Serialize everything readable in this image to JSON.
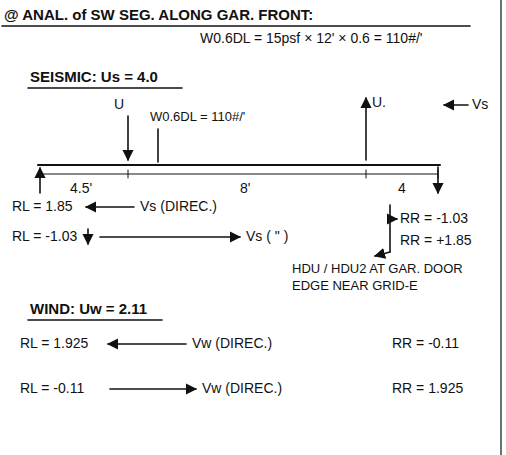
{
  "diagram": {
    "labels": [
      "@ ANAL. of SW SEG. ALONG GAR. FRONT:",
      "W0.6DL = 15psf × 12' × 0.6 = 110#/'",
      "SEISMIC: Us = 4.0",
      "U",
      "U.",
      "Vs",
      "W0.6DL = 110#/'",
      "4.5'",
      "8'",
      "4",
      "RL = 1.85",
      "Vs (DIREC.)",
      "RR = -1.03",
      "RL = -1.03",
      "Vs ( \" )",
      "RR = +1.85",
      "HDU / HDU2 AT GAR. DOOR EDGE NEAR GRID-E",
      "WIND: Uw = 2.11",
      "RL = 1.925",
      "Vw (DIREC.)",
      "RR = -0.11",
      "RL = -0.11",
      "Vw (DIREC.)",
      "RR = 1.925"
    ]
  }
}
